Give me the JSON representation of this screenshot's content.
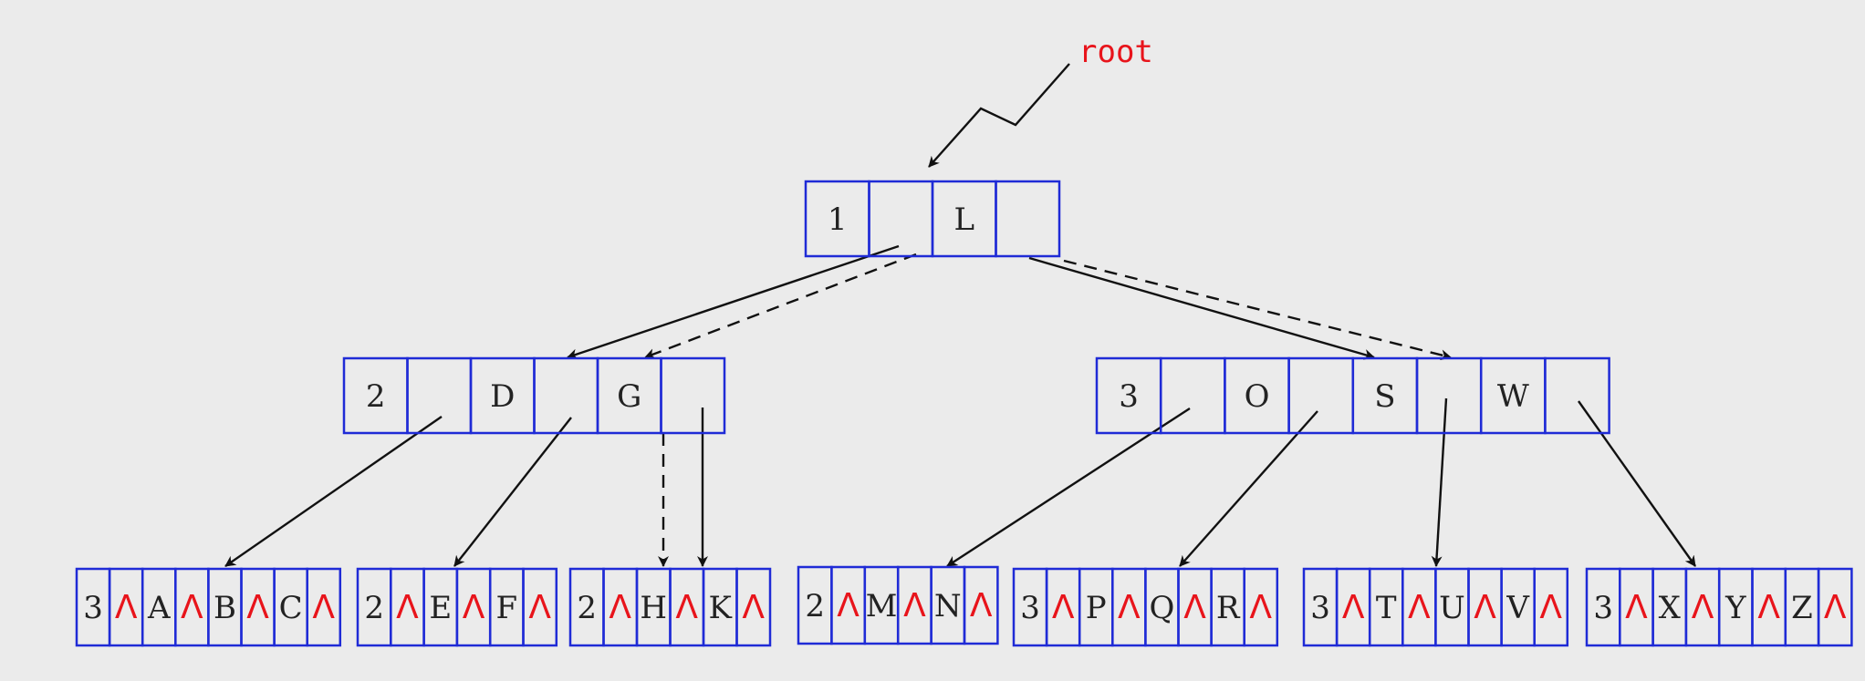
{
  "root_label": "root",
  "colors": {
    "cell_border": "#1f2bd6",
    "null_pointer": "#e8141b",
    "text": "#222222",
    "background": "#ebebeb"
  },
  "nodes": {
    "root": {
      "keys": [
        "1",
        "",
        "L",
        ""
      ]
    },
    "level1": [
      {
        "keys": [
          "2",
          "",
          "D",
          "",
          "G",
          ""
        ]
      },
      {
        "keys": [
          "3",
          "",
          "O",
          "",
          "S",
          "",
          "W",
          ""
        ]
      }
    ],
    "leaves": [
      {
        "keys": [
          "3",
          "Λ",
          "A",
          "Λ",
          "B",
          "Λ",
          "C",
          "Λ"
        ]
      },
      {
        "keys": [
          "2",
          "Λ",
          "E",
          "Λ",
          "F",
          "Λ"
        ]
      },
      {
        "keys": [
          "2",
          "Λ",
          "H",
          "Λ",
          "K",
          "Λ"
        ]
      },
      {
        "keys": [
          "2",
          "Λ",
          "M",
          "Λ",
          "N",
          "Λ"
        ]
      },
      {
        "keys": [
          "3",
          "Λ",
          "P",
          "Λ",
          "Q",
          "Λ",
          "R",
          "Λ"
        ]
      },
      {
        "keys": [
          "3",
          "Λ",
          "T",
          "Λ",
          "U",
          "Λ",
          "V",
          "Λ"
        ]
      },
      {
        "keys": [
          "3",
          "Λ",
          "X",
          "Λ",
          "Y",
          "Λ",
          "Z",
          "Λ"
        ]
      }
    ]
  }
}
